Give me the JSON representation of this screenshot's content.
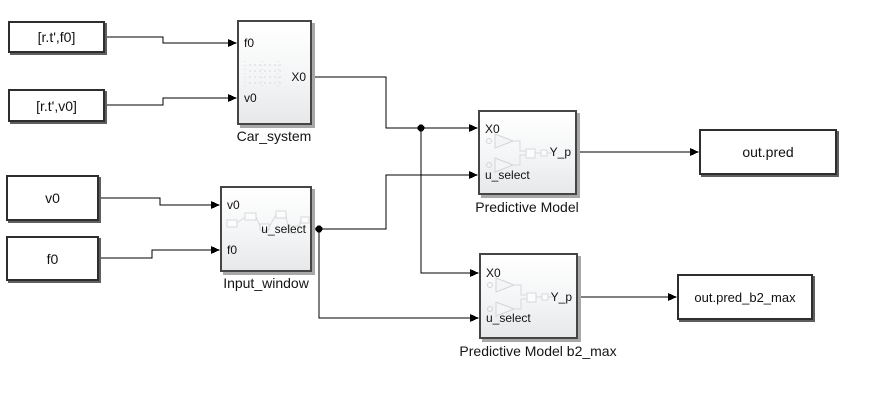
{
  "diagram": {
    "type": "simulink-block-diagram",
    "colors": {
      "background": "#ffffff",
      "wire": "#000000",
      "subsystem_border": "#454545",
      "subsystem_fill_top": "#ffffff",
      "subsystem_fill_bottom": "#e6e8ea",
      "io_border": "#2e2e2e",
      "io_fill": "#ffffff",
      "shadow": "#a8a8a8",
      "thumbnail_icon": "#d6d9dd"
    },
    "sources": {
      "rt_f0": "[r.t',f0]",
      "rt_v0": "[r.t',v0]",
      "v0": "v0",
      "f0": "f0"
    },
    "subsystems": {
      "car_system": {
        "name": "Car_system",
        "in1": "f0",
        "in2": "v0",
        "out1": "X0"
      },
      "input_window": {
        "name": "Input_window",
        "in1": "v0",
        "in2": "f0",
        "out1": "u_select"
      },
      "predictive_model": {
        "name": "Predictive Model",
        "in1": "X0",
        "in2": "u_select",
        "out1": "Y_p"
      },
      "predictive_model_b2_max": {
        "name": "Predictive Model b2_max",
        "in1": "X0",
        "in2": "u_select",
        "out1": "Y_p"
      }
    },
    "sinks": {
      "out_pred": "out.pred",
      "out_pred_b2_max": "out.pred_b2_max"
    }
  }
}
